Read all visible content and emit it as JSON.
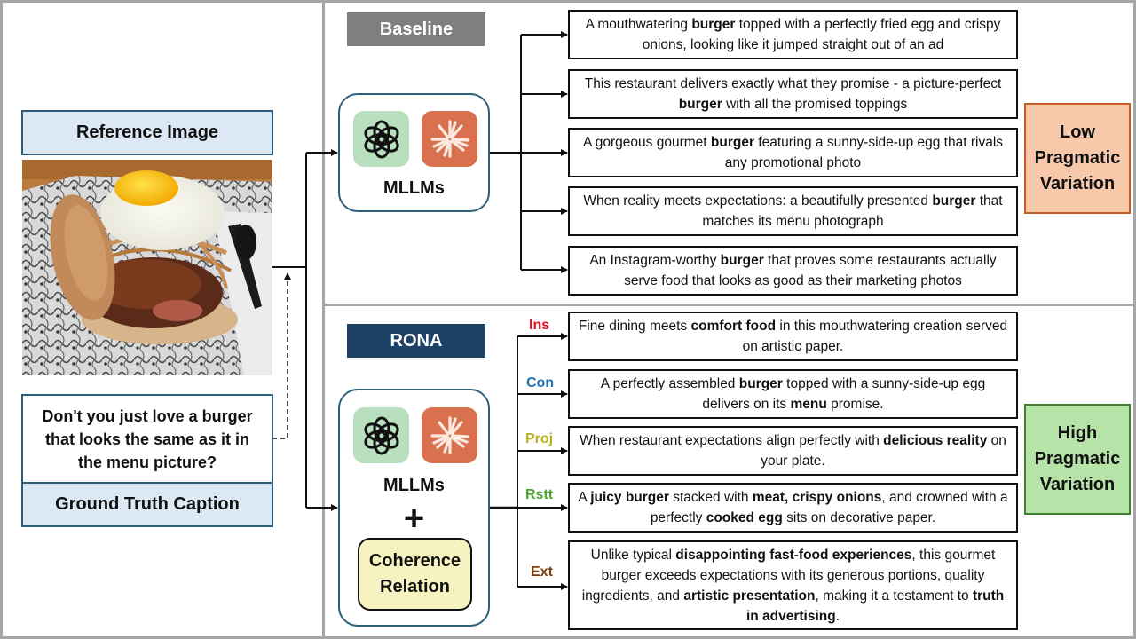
{
  "left_panel": {
    "reference_image_label": "Reference Image",
    "ground_truth_caption": "Don't you just love a burger that looks the same as it in the menu picture?",
    "ground_truth_label": "Ground Truth Caption",
    "photo_description": "burger with fried egg, crispy onions and pulled meat on decorative paper"
  },
  "baseline": {
    "tag": "Baseline",
    "model_label": "MLLMs",
    "icons": [
      "openai-logo-icon",
      "claude-logo-icon"
    ],
    "outputs": [
      {
        "segments": [
          {
            "t": "A mouthwatering "
          },
          {
            "t": "burger",
            "b": true
          },
          {
            "t": " topped with a perfectly fried egg and crispy onions, looking like it jumped straight out of an ad"
          }
        ]
      },
      {
        "segments": [
          {
            "t": "This restaurant delivers exactly what they promise - a picture-perfect "
          },
          {
            "t": "burger",
            "b": true
          },
          {
            "t": " with all the promised toppings"
          }
        ]
      },
      {
        "segments": [
          {
            "t": "A gorgeous gourmet "
          },
          {
            "t": "burger",
            "b": true
          },
          {
            "t": " featuring a sunny-side-up egg that rivals any promotional photo"
          }
        ]
      },
      {
        "segments": [
          {
            "t": "When reality meets expectations: a beautifully presented "
          },
          {
            "t": "burger",
            "b": true
          },
          {
            "t": " that matches its menu photograph"
          }
        ]
      },
      {
        "segments": [
          {
            "t": "An Instagram-worthy "
          },
          {
            "t": "burger",
            "b": true
          },
          {
            "t": " that proves some restaurants actually serve food that looks as good as their marketing photos"
          }
        ]
      }
    ],
    "variation_label": "Low Pragmatic Variation"
  },
  "rona": {
    "tag": "RONA",
    "model_label": "MLLMs",
    "plus": "+",
    "coherence_label": "Coherence Relation",
    "relations": [
      {
        "label": "Ins",
        "color": "#e3101e"
      },
      {
        "label": "Con",
        "color": "#1f73b7"
      },
      {
        "label": "Proj",
        "color": "#b8b41c"
      },
      {
        "label": "Rstt",
        "color": "#4ea72e"
      },
      {
        "label": "Ext",
        "color": "#843c0c"
      }
    ],
    "outputs": [
      {
        "segments": [
          {
            "t": "Fine dining meets "
          },
          {
            "t": "comfort food",
            "b": true
          },
          {
            "t": " in this mouthwatering creation served on artistic paper."
          }
        ]
      },
      {
        "segments": [
          {
            "t": "A perfectly assembled "
          },
          {
            "t": "burger",
            "b": true
          },
          {
            "t": " topped with a sunny-side-up egg delivers on its "
          },
          {
            "t": "menu",
            "b": true
          },
          {
            "t": " promise."
          }
        ]
      },
      {
        "segments": [
          {
            "t": "When restaurant expectations align perfectly with "
          },
          {
            "t": "delicious reality",
            "b": true
          },
          {
            "t": " on your plate."
          }
        ]
      },
      {
        "segments": [
          {
            "t": "A "
          },
          {
            "t": "juicy burger",
            "b": true
          },
          {
            "t": " stacked with "
          },
          {
            "t": "meat, crispy onions",
            "b": true
          },
          {
            "t": ", and crowned with a perfectly "
          },
          {
            "t": "cooked egg",
            "b": true
          },
          {
            "t": " sits on decorative paper."
          }
        ]
      },
      {
        "segments": [
          {
            "t": "Unlike typical "
          },
          {
            "t": "disappointing fast-food experiences",
            "b": true
          },
          {
            "t": ", this gourmet burger exceeds expectations with its generous portions, quality ingredients, and "
          },
          {
            "t": "artistic presentation",
            "b": true
          },
          {
            "t": ", making it a testament to "
          },
          {
            "t": "truth in advertising",
            "b": true
          },
          {
            "t": "."
          }
        ]
      }
    ],
    "variation_label": "High Pragmatic Variation"
  },
  "colors": {
    "frame_gray": "#a6a6a6",
    "header_fill": "#dce9f5",
    "baseline_tag": "#7f7f7f",
    "rona_tag": "#1e4266",
    "low_variation_fill": "#f8c8ab",
    "high_variation_fill": "#b5e3a8",
    "coherence_fill": "#f7f3c0"
  }
}
